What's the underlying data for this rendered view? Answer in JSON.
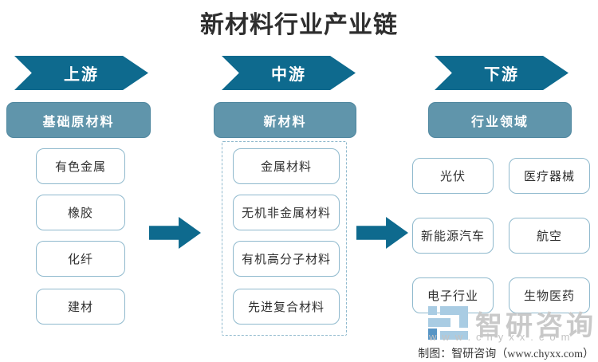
{
  "title": "新材料行业产业链",
  "columns": [
    {
      "stage": "上游",
      "header": "基础原材料",
      "items": [
        "有色金属",
        "橡胶",
        "化纤",
        "建材"
      ]
    },
    {
      "stage": "中游",
      "header": "新材料",
      "items": [
        "金属材料",
        "无机非金属材料",
        "有机高分子材料",
        "先进复合材料"
      ]
    },
    {
      "stage": "下游",
      "header": "行业领域",
      "items": [
        "光伏",
        "医疗器械",
        "新能源汽车",
        "航空",
        "电子行业",
        "生物医药"
      ]
    }
  ],
  "watermark": {
    "brand": "智研咨询",
    "url": "www.chyxx.com"
  },
  "footer": {
    "credit": "制图：智研咨询（www.chyxx.com）"
  },
  "colors": {
    "teal": "#0e6a8e",
    "header_fill": "#6095ab",
    "item_border": "#8fb9cd",
    "watermark_blue_light": "#a9cce3",
    "watermark_blue_dark": "#5795c5",
    "watermark_gray": "#c9c9c9"
  }
}
